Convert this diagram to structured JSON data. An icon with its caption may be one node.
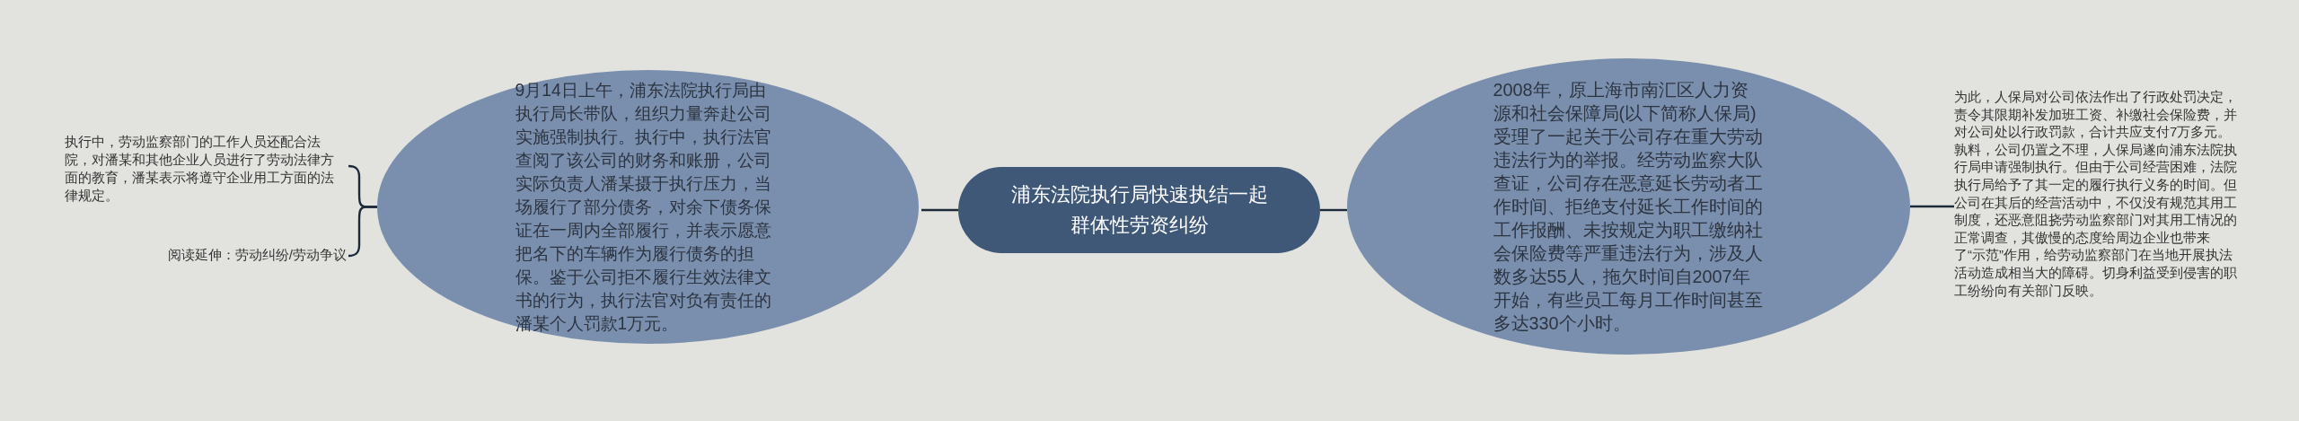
{
  "diagram": {
    "nodes": [
      {
        "text": [
          "浦东法院执行局快速执结一起群体性劳资纠纷"
        ]
      },
      {
        "text": [
          "9月14日上午，浦东法院执行局由执行局长带队，组织力量奔赴公司实施强制执行。执行中，执行法官查阅了该公司的财务和账册，公司实际负责人潘某摄于执行压力，当场履行了部分债务，对余下债务保证在一周内全部履行，并表示愿意把名下的车辆作为履行债务的担保。鉴于公司拒不履行生效法律文书的行为，执行法官对负有责任的潘某个人罚款1万元。"
        ]
      },
      {
        "text": [
          "2008年，原上海市南汇区人力资源和社会保障局(以下简称人保局)受理了一起关于公司存在重大劳动违法行为的举报。经劳动监察大队查证，公司存在恶意延长劳动者工作时间、拒绝支付延长工作时间的工作报酬、未按规定为职工缴纳社会保险费等严重违法行为，涉及人数多达55人，拖欠时间自2007年开始，有些员工每月工作时间甚至多达330个小时。"
        ]
      },
      {
        "text": [
          "执行中，劳动监察部门的工作人员还配合法院，对潘某和其他企业人员进行了劳动法律方面的教育，潘某表示将遵守企业用工方面的法律规定。"
        ]
      },
      {
        "text": [
          "阅读延伸：劳动纠纷/劳动争议"
        ]
      },
      {
        "text": [
          "为此，人保局对公司依法作出了行政处罚决定，责令其限期补发加班工资、补缴社会保险费，并对公司处以行政罚款，合计共应支付7万多元。孰料，公司仍置之不理，人保局遂向浦东法院执行局申请强制执行。但由于公司经营困难，法院执行局给予了其一定的履行执行义务的时间。但公司在其后的经营活动中，不仅没有规范其用工制度，还恶意阻挠劳动监察部门对其用工情况的正常调查，其傲慢的态度给周边企业也带来了“示范”作用，给劳动监察部门在当地开展执法活动造成相当大的障碍。切身利益受到侵害的职工纷纷向有关部门反映。"
        ]
      }
    ],
    "edges": [
      {
        "from": 0,
        "to": 1,
        "arrow": "none"
      },
      {
        "from": 0,
        "to": 2,
        "arrow": "none"
      },
      {
        "from": 1,
        "to": 3,
        "arrow": "none"
      },
      {
        "from": 1,
        "to": 4,
        "arrow": "none"
      },
      {
        "from": 2,
        "to": 5,
        "arrow": "none"
      }
    ]
  }
}
